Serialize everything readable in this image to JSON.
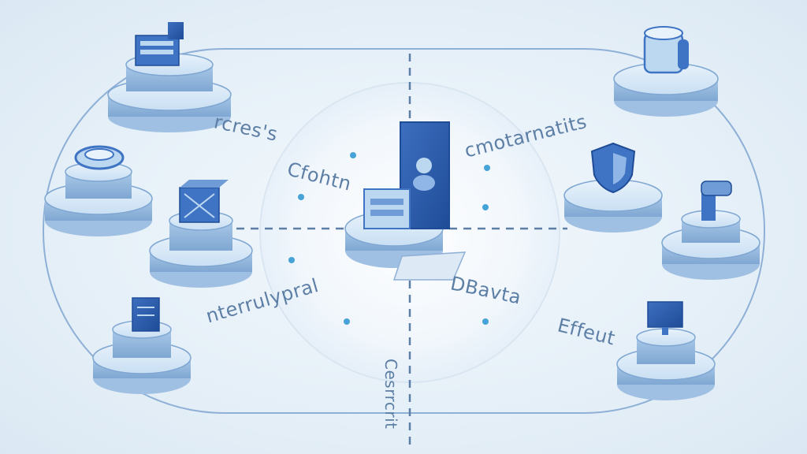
{
  "labels": {
    "top_left": "rcres's",
    "center_left": "Cfohtn",
    "top_right": "cmotarnatits",
    "mid_left": "nterrulypral",
    "bottom_right_a": "DBavta",
    "bottom_right_b": "Effeut",
    "bottom_center": "Cesrrcrit"
  },
  "nodes": [
    {
      "id": "node-top-left",
      "icon": "server-rack-icon"
    },
    {
      "id": "node-left-upper",
      "icon": "ring-sensor-icon"
    },
    {
      "id": "node-left-mid",
      "icon": "cube-network-icon"
    },
    {
      "id": "node-left-lower",
      "icon": "document-panel-icon"
    },
    {
      "id": "node-top-right",
      "icon": "cylinder-container-icon"
    },
    {
      "id": "node-right-upper",
      "icon": "shield-icon"
    },
    {
      "id": "node-right-mid",
      "icon": "pipe-valve-icon"
    },
    {
      "id": "node-right-lower",
      "icon": "monitor-icon"
    },
    {
      "id": "node-center",
      "icon": "phone-hub-icon"
    }
  ],
  "colors": {
    "accent": "#3f74c4",
    "platform": "#bcd7f0",
    "line": "#8fb0d6",
    "text": "#5d7fa6"
  }
}
